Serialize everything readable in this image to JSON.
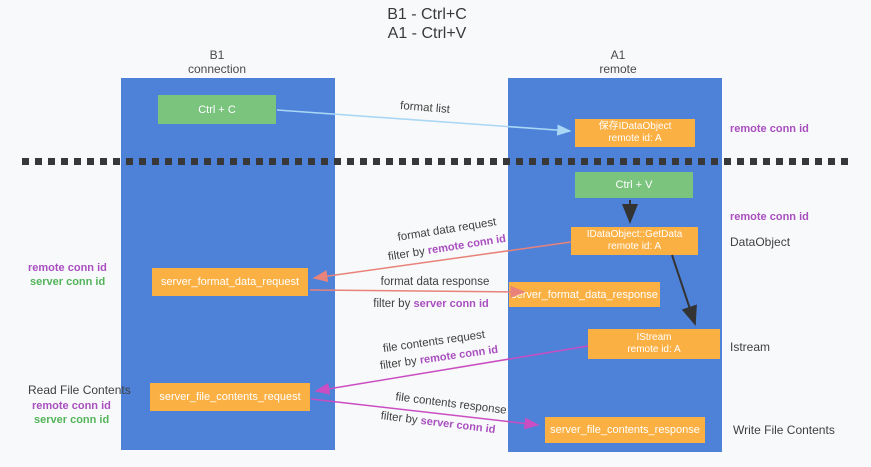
{
  "title": {
    "line1": "B1 - Ctrl+C",
    "line2": "A1 - Ctrl+V"
  },
  "lifelines": {
    "left": {
      "name": "B1",
      "role": "connection"
    },
    "right": {
      "name": "A1",
      "role": "remote"
    }
  },
  "boxes": {
    "ctrl_c": {
      "label": "Ctrl + C"
    },
    "ctrl_v": {
      "label": "Ctrl + V"
    },
    "save_dataobject": {
      "line1": "保存IDataObject",
      "line2": "remote id: A"
    },
    "getdata": {
      "line1": "IDataObject::GetData",
      "line2": "remote id: A"
    },
    "istream": {
      "line1": "IStream",
      "line2": "remote id: A"
    },
    "format_request": {
      "label": "server_format_data_request"
    },
    "format_response": {
      "label": "server_format_data_response"
    },
    "file_request": {
      "label": "server_file_contents_request"
    },
    "file_response": {
      "label": "server_file_contents_response"
    }
  },
  "flow_labels": {
    "format_list": "format list",
    "format_data_request": "format data request",
    "format_data_request_filter_prefix": "filter by ",
    "format_data_request_filter_key": "remote conn id",
    "format_data_response": "format data response",
    "format_data_response_filter_prefix": "filter by ",
    "format_data_response_filter_key": "server conn id",
    "file_contents_request": "file contents request",
    "file_contents_request_filter_prefix": "filter by ",
    "file_contents_request_filter_key": "remote conn id",
    "file_contents_response": "file contents response",
    "file_contents_response_filter_prefix": "filter by ",
    "file_contents_response_filter_key": "server conn id"
  },
  "annotations": {
    "top_right_conn_id": "remote conn id",
    "mid_right_conn_id": "remote conn id",
    "dataobject": "DataObject",
    "istream": "Istream",
    "write_file": "Write File Contents",
    "read_file": "Read File Contents",
    "left_mid_remote": "remote conn id",
    "left_mid_server": "server conn id",
    "left_bottom_remote": "remote conn id",
    "left_bottom_server": "server conn id"
  },
  "colors": {
    "lifeline_blue": "#4d82d8",
    "box_orange": "#fbb044",
    "box_green": "#7bc47e",
    "arrow_light_blue": "#a9d7f5",
    "arrow_salmon": "#e8827a",
    "arrow_magenta": "#ca4ec2",
    "arrow_black": "#333333",
    "text_purple": "#a94fc0",
    "text_green": "#53b45a",
    "background": "#f8f9fa"
  }
}
